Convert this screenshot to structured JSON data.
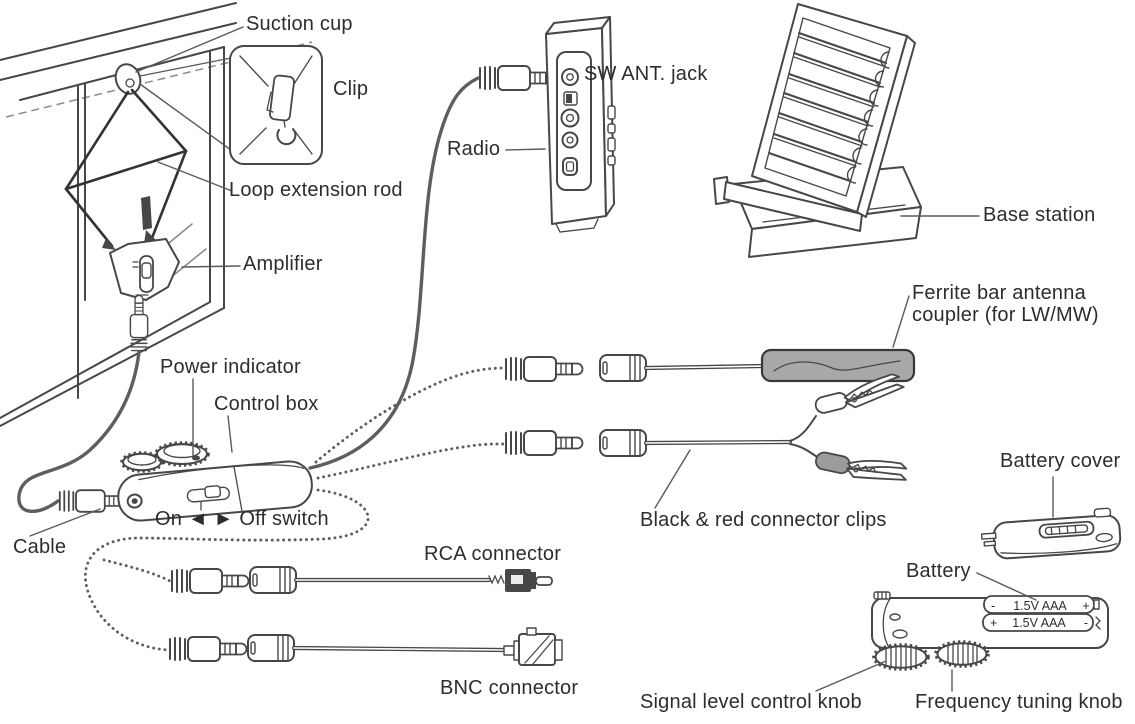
{
  "colors": {
    "line": "#474747",
    "cable": "#5e5e5e",
    "text": "#2d2d2d",
    "ferrite_fill": "#a8a8a8",
    "clip_boot_gray": "#9c9c9c",
    "background": "#ffffff"
  },
  "labels": {
    "suction_cup": "Suction cup",
    "clip": "Clip",
    "loop_extension_rod": "Loop extension rod",
    "amplifier": "Amplifier",
    "radio": "Radio",
    "sw_ant_jack": "SW ANT. jack",
    "base_station": "Base station",
    "ferrite_coupler": "Ferrite bar antenna\ncoupler (for LW/MW)",
    "power_indicator": "Power indicator",
    "control_box": "Control box",
    "on_off_switch": "On ◄ ► Off switch",
    "cable": "Cable",
    "rca_connector": "RCA connector",
    "black_red_clips": "Black & red connector clips",
    "bnc_connector": "BNC connector",
    "battery_cover": "Battery cover",
    "battery": "Battery",
    "signal_level_knob": "Signal level control knob",
    "frequency_tuning_knob": "Frequency tuning knob"
  },
  "battery_cells": {
    "cell1": {
      "left": "-",
      "label": "1.5V AAA",
      "right": "+"
    },
    "cell2": {
      "left": "+",
      "label": "1.5V AAA",
      "right": "-"
    }
  }
}
